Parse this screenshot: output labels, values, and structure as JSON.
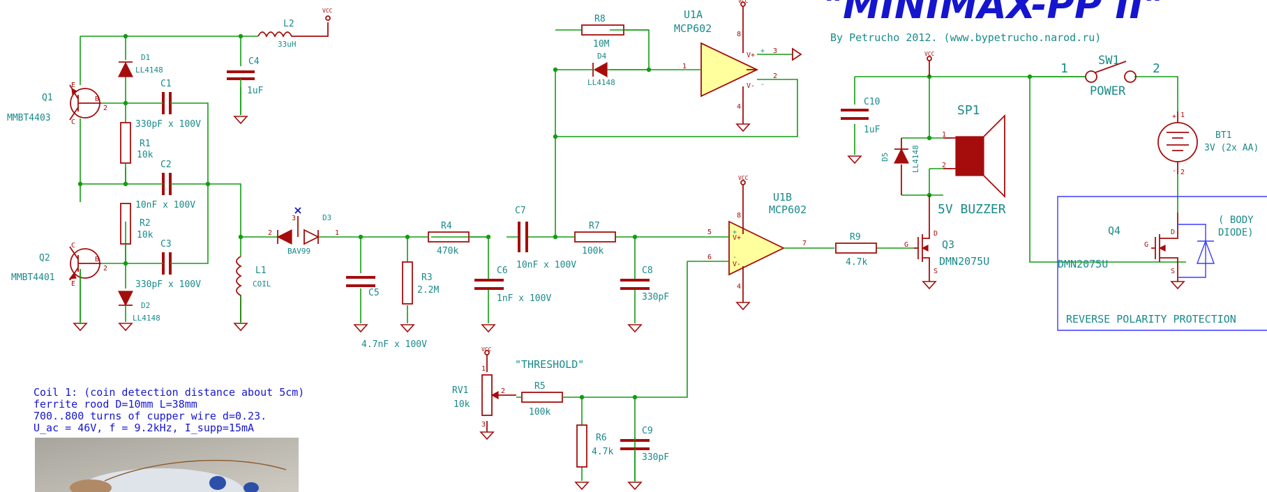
{
  "title": "\"MINIMAX-PP II\"",
  "byline": "By Petrucho 2012. (www.bypetrucho.narod.ru)",
  "net_vcc": "VCC",
  "components": {
    "q1": {
      "ref": "Q1",
      "value": "MMBT4403"
    },
    "q2": {
      "ref": "Q2",
      "value": "MMBT4401"
    },
    "d1": {
      "ref": "D1",
      "value": "LL4148"
    },
    "d2": {
      "ref": "D2",
      "value": "LL4148"
    },
    "d3": {
      "ref": "D3",
      "value": "BAV99"
    },
    "d4": {
      "ref": "D4",
      "value": "LL4148"
    },
    "d5": {
      "ref": "D5",
      "value": "LL4148"
    },
    "c1": {
      "ref": "C1",
      "value": "330pF x 100V"
    },
    "c2": {
      "ref": "C2",
      "value": "10nF x 100V"
    },
    "c3": {
      "ref": "C3",
      "value": "330pF x 100V"
    },
    "c4": {
      "ref": "C4",
      "value": "1uF"
    },
    "c5": {
      "ref": "C5",
      "value": "4.7nF x 100V"
    },
    "c6": {
      "ref": "C6",
      "value": "1nF x 100V"
    },
    "c7": {
      "ref": "C7",
      "value": "10nF x 100V"
    },
    "c8": {
      "ref": "C8",
      "value": "330pF"
    },
    "c9": {
      "ref": "C9",
      "value": "330pF"
    },
    "c10": {
      "ref": "C10",
      "value": "1uF"
    },
    "r1": {
      "ref": "R1",
      "value": "10k"
    },
    "r2": {
      "ref": "R2",
      "value": "10k"
    },
    "r3": {
      "ref": "R3",
      "value": "2.2M"
    },
    "r4": {
      "ref": "R4",
      "value": "470k"
    },
    "r5": {
      "ref": "R5",
      "value": "100k"
    },
    "r6": {
      "ref": "R6",
      "value": "4.7k"
    },
    "r7": {
      "ref": "R7",
      "value": "100k"
    },
    "r8": {
      "ref": "R8",
      "value": "10M"
    },
    "r9": {
      "ref": "R9",
      "value": "4.7k"
    },
    "rv1": {
      "ref": "RV1",
      "value": "10k"
    },
    "l1": {
      "ref": "L1",
      "value": "COIL"
    },
    "l2": {
      "ref": "L2",
      "value": "33uH"
    },
    "u1a": {
      "ref": "U1A",
      "value": "MCP602"
    },
    "u1b": {
      "ref": "U1B",
      "value": "MCP602"
    },
    "q3": {
      "ref": "Q3",
      "value": "DMN2075U"
    },
    "q4": {
      "ref": "Q4",
      "value": "DMN2075U"
    },
    "sp1": {
      "ref": "SP1",
      "value": "5V BUZZER"
    },
    "sw1": {
      "ref": "SW1",
      "value": "POWER"
    },
    "bt1": {
      "ref": "BT1",
      "value": "3V (2x AA)"
    }
  },
  "threshold_label": "\"THRESHOLD\"",
  "body_diode_line1": "( BODY",
  "body_diode_line2": "DIODE)",
  "reverse_protection": "REVERSE POLARITY PROTECTION",
  "coil_note": [
    "Coil 1: (coin detection distance about 5cm)",
    "ferrite rood D=10mm L=38mm",
    "700..800 turns of cupper wire d=0.23.",
    "U_ac = 46V, f = 9.2kHz, I_supp=15mA"
  ]
}
